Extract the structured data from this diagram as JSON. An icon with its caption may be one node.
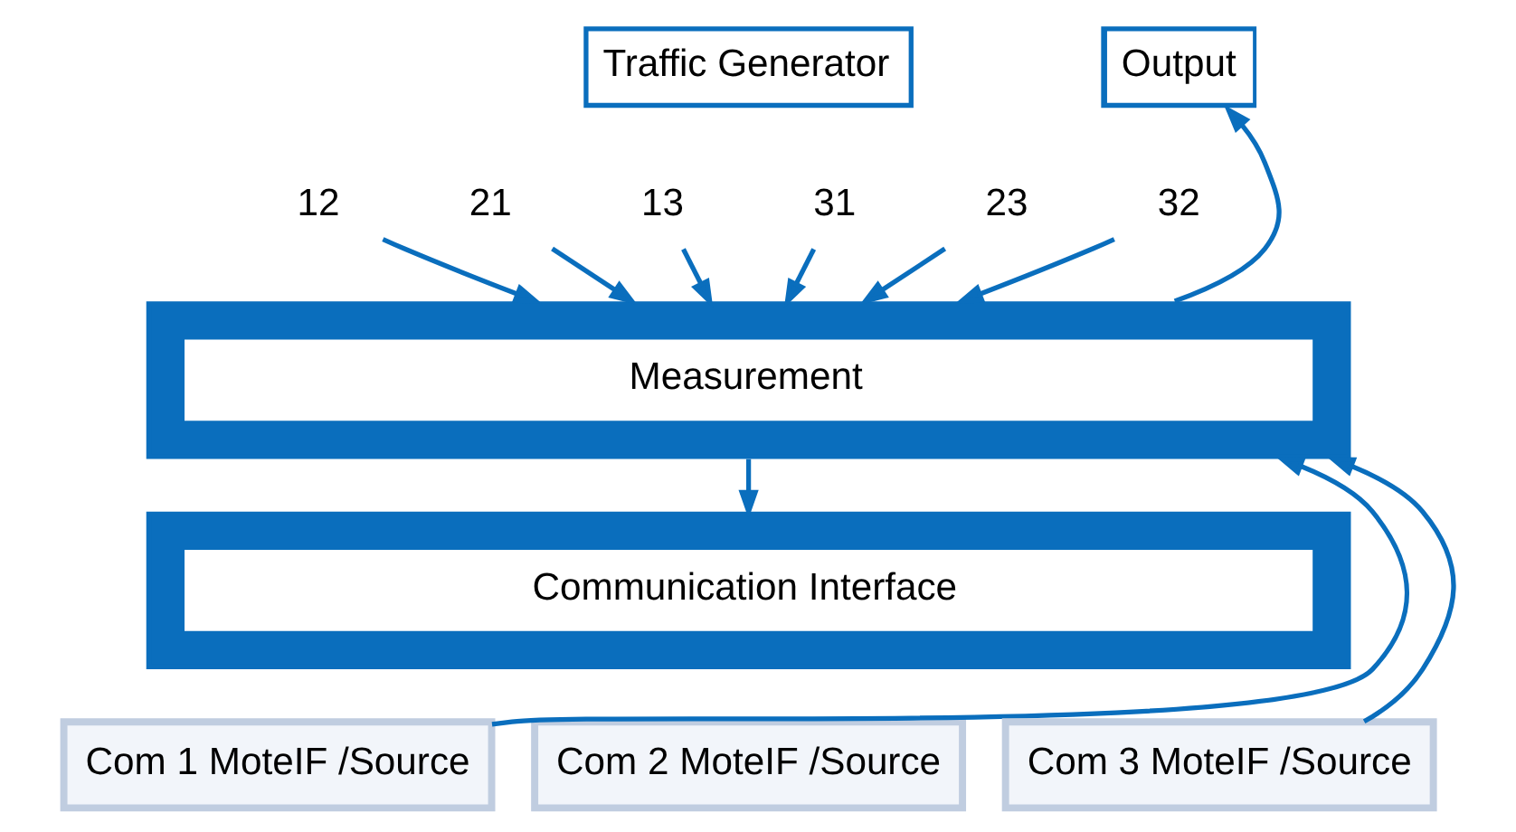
{
  "diagram": {
    "nodes": [
      {
        "text": [
          "Traffic Generator"
        ]
      },
      {
        "text": [
          "Output"
        ]
      },
      {
        "text": [
          "12"
        ]
      },
      {
        "text": [
          "21"
        ]
      },
      {
        "text": [
          "13"
        ]
      },
      {
        "text": [
          "31"
        ]
      },
      {
        "text": [
          "23"
        ]
      },
      {
        "text": [
          "32"
        ]
      },
      {
        "text": [
          "Measurement"
        ]
      },
      {
        "text": [
          "Communication Interface"
        ]
      },
      {
        "text": [
          "Com 1 MoteIF /Source"
        ]
      },
      {
        "text": [
          "Com 2 MoteIF /Source"
        ]
      },
      {
        "text": [
          "Com 3 MoteIF /Source"
        ]
      }
    ],
    "edges": [
      {
        "from": 2,
        "to": 8,
        "arrow": "to"
      },
      {
        "from": 3,
        "to": 8,
        "arrow": "to"
      },
      {
        "from": 4,
        "to": 8,
        "arrow": "to"
      },
      {
        "from": 5,
        "to": 8,
        "arrow": "to"
      },
      {
        "from": 6,
        "to": 8,
        "arrow": "to"
      },
      {
        "from": 7,
        "to": 8,
        "arrow": "to"
      },
      {
        "from": 8,
        "to": 1,
        "arrow": "to"
      },
      {
        "from": 8,
        "to": 9,
        "arrow": "to"
      },
      {
        "from": 10,
        "to": 8,
        "arrow": "to"
      },
      {
        "from": 12,
        "to": 8,
        "arrow": "to"
      }
    ]
  }
}
